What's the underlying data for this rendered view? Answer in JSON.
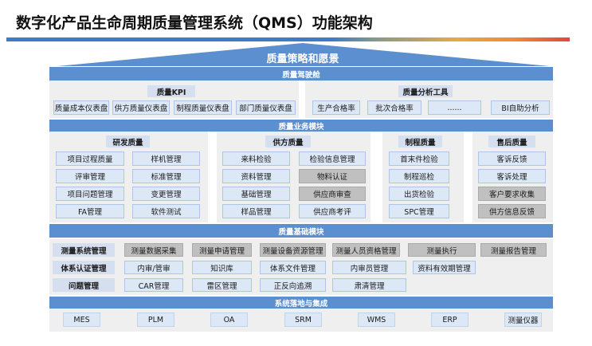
{
  "page_title": "数字化产品生命周期质量管理系统（QMS）功能架构",
  "colors": {
    "header_blue": "#5b8fd0",
    "item_blue": "#dde8f6",
    "item_gray": "#c0c0c0",
    "panel_bg": "#efefef"
  },
  "roof": {
    "title": "质量策略和愿景"
  },
  "cockpit": {
    "title": "质量驾驶舱",
    "kpi": {
      "title": "质量KPI",
      "items": [
        "质量成本仪表盘",
        "供方质量仪表盘",
        "制程质量仪表盘",
        "部门质量仪表盘"
      ]
    },
    "analysis": {
      "title": "质量分析工具",
      "items": [
        "生产合格率",
        "批次合格率",
        "......",
        "BI自助分析"
      ]
    }
  },
  "business": {
    "title": "质量业务模块",
    "columns": [
      {
        "title": "研发质量",
        "items": [
          "项目过程质量",
          "样机管理",
          "评审管理",
          "标准管理",
          "项目问题管理",
          "变更管理",
          "FA管理",
          "软件测试"
        ]
      },
      {
        "title": "供方质量",
        "items": [
          "来料检验",
          "检验信息管理",
          "资料管理",
          "物料认证",
          "基础管理",
          "供应商审查",
          "样品管理",
          "供应商考评"
        ]
      },
      {
        "title": "制程质量",
        "items": [
          "首末件检验",
          "制程巡检",
          "出货检验",
          "SPC管理"
        ]
      },
      {
        "title": "售后质量",
        "items": [
          "客诉反馈",
          "客诉处理",
          "客户要求收集",
          "供方信息反馈"
        ]
      }
    ]
  },
  "foundation": {
    "title": "质量基础模块",
    "rows": [
      {
        "label": "测量系统管理",
        "items": [
          "测量数据采集",
          "测量申请管理",
          "测量设备资源管理",
          "测量人员资格管理",
          "测量执行",
          "测量报告管理"
        ]
      },
      {
        "label": "体系认证管理",
        "items": [
          "内审/管审",
          "知识库",
          "体系文件管理",
          "内审员管理",
          "资料有效期管理"
        ]
      },
      {
        "label": "问题管理",
        "items": [
          "CAR管理",
          "雷区管理",
          "正反向追溯",
          "肃清管理"
        ]
      }
    ]
  },
  "integration": {
    "title": "系统落地与集成",
    "items": [
      "MES",
      "PLM",
      "OA",
      "SRM",
      "WMS",
      "ERP",
      "测量仪器"
    ]
  }
}
